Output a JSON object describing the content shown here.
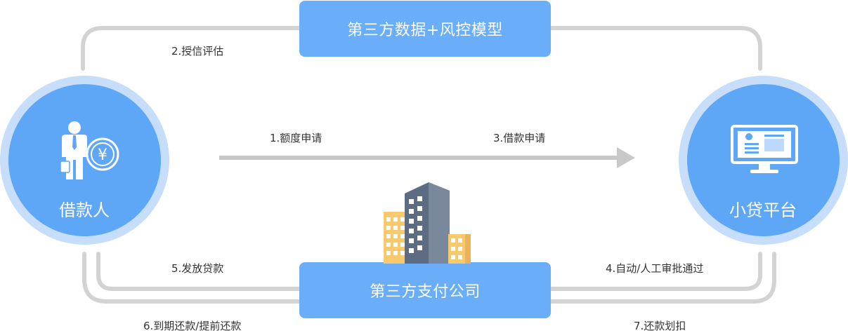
{
  "nodes": {
    "borrower": {
      "label": "借款人"
    },
    "platform": {
      "label": "小贷平台"
    },
    "third_party_data": {
      "label": "第三方数据+风控模型"
    },
    "payment_company": {
      "label": "第三方支付公司"
    }
  },
  "steps": {
    "s1": "1.额度申请",
    "s2": "2.授信评估",
    "s3": "3.借款申请",
    "s4": "4.自动/人工审批通过",
    "s5": "5.发放贷款",
    "s6": "6.到期还款/提前还款",
    "s7": "7.还款划扣"
  },
  "icons": {
    "borrower": "person-with-coin-icon",
    "platform": "computer-monitor-icon",
    "payment_company": "office-building-icon"
  },
  "colors": {
    "box": "#6aadf8",
    "circle": "#5ea6f6",
    "circle_ring": "#c6defa",
    "connector": "#cfcfcf",
    "arrow": "#c8c8c8"
  }
}
